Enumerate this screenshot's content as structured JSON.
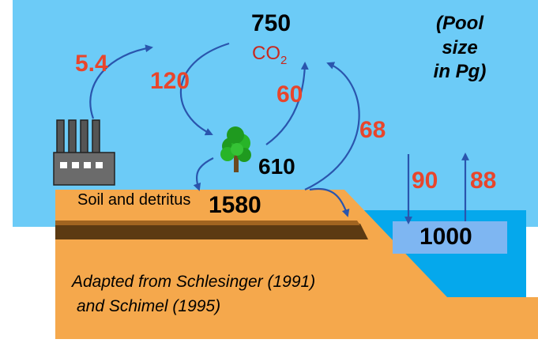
{
  "atmosphere": {
    "pool": "750",
    "label": "CO",
    "label_sub": "2"
  },
  "vegetation": {
    "pool": "610"
  },
  "soil": {
    "label": "Soil and detritus",
    "pool": "1580"
  },
  "ocean": {
    "pool": "1000"
  },
  "fluxes": {
    "fossil_emission": "5.4",
    "photosynthesis": "120",
    "plant_respiration": "60",
    "soil_respiration": "68",
    "ocean_uptake": "90",
    "ocean_release": "88"
  },
  "pool_note": [
    "(Pool",
    "size",
    "in Pg)"
  ],
  "credit": [
    "Adapted from Schlesinger (1991)",
    "and Schimel (1995)"
  ],
  "colors": {
    "sky": "#6ccbf7",
    "ocean": "#05a8ec",
    "land": "#f5a84c",
    "ocean_pool": "#7eb6f2",
    "arrow": "#2a55ad",
    "flux_text": "#e8452c"
  }
}
